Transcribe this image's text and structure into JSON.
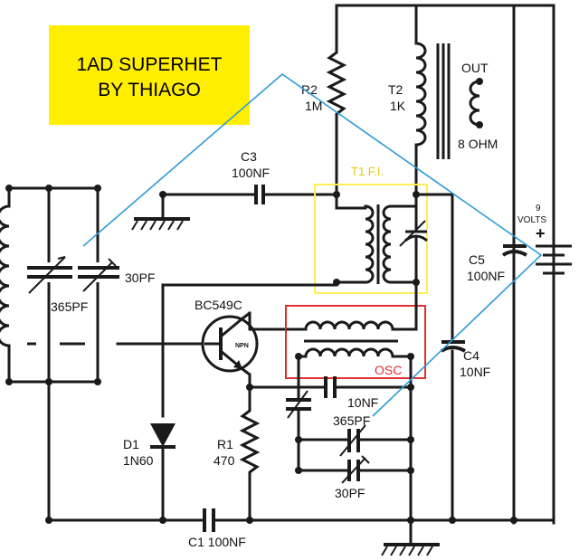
{
  "title": {
    "line1": "1AD SUPERHET",
    "line2": "BY THIAGO"
  },
  "colors": {
    "title_bg": "#ffee00",
    "antenna_line": "#2e9bd6",
    "if_box": "#ffee55",
    "osc_box": "#e03030",
    "wire": "#1a1a1a"
  },
  "labels": {
    "r2_name": "R2",
    "r2_value": "1M",
    "t2_name": "T2",
    "t2_value": "1K",
    "out": "OUT",
    "speaker": "8 OHM",
    "c3_name": "C3",
    "c3_value": "100NF",
    "t1": "T1 F.I.",
    "battery_v": "9",
    "battery_unit": "VOLTS",
    "plus": "+",
    "c5_name": "C5",
    "c5_value": "100NF",
    "var_cap_trim": "30PF",
    "var_cap_main": "365PF",
    "transistor": "BC549C",
    "npn": "NPN",
    "osc": "OSC",
    "c4_name": "C4",
    "c4_value": "10NF",
    "osc_cap": "10NF",
    "osc_var_main": "365PF",
    "osc_var_trim": "30PF",
    "d1_name": "D1",
    "d1_value": "1N60",
    "r1_name": "R1",
    "r1_value": "470",
    "c1": "C1 100NF"
  }
}
